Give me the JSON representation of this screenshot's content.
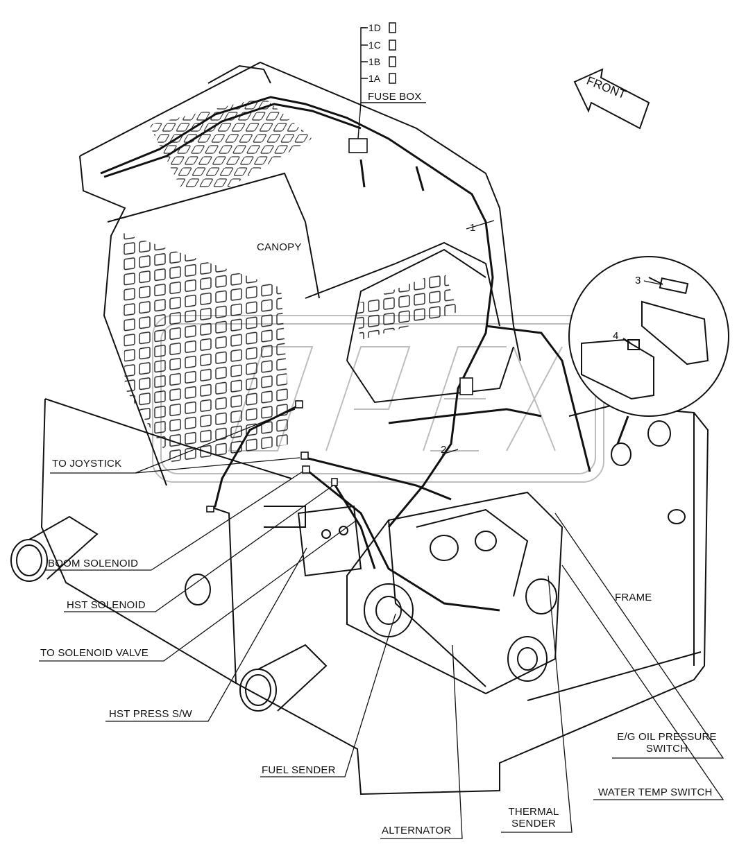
{
  "diagram": {
    "front_label": "FRONT",
    "fuse_box": {
      "title": "FUSE BOX",
      "fuses": [
        "1D",
        "1C",
        "1B",
        "1A"
      ]
    },
    "part_numbers": [
      "1",
      "2",
      "3",
      "4"
    ],
    "sections": {
      "canopy": "CANOPY",
      "frame": "FRAME"
    },
    "callouts": {
      "to_joystick": "TO JOYSTICK",
      "boom_solenoid": "BOOM SOLENOID",
      "hst_solenoid": "HST SOLENOID",
      "to_solenoid_valve": "TO SOLENOID VALVE",
      "hst_press_sw": "HST PRESS S/W",
      "fuel_sender": "FUEL SENDER",
      "alternator": "ALTERNATOR",
      "thermal_sender_l1": "THERMAL",
      "thermal_sender_l2": "SENDER",
      "water_temp_switch": "WATER TEMP SWITCH",
      "eg_oil_pressure_l1": "E/G OIL PRESSURE",
      "eg_oil_pressure_l2": "SWITCH"
    },
    "watermark": "OPEX"
  }
}
